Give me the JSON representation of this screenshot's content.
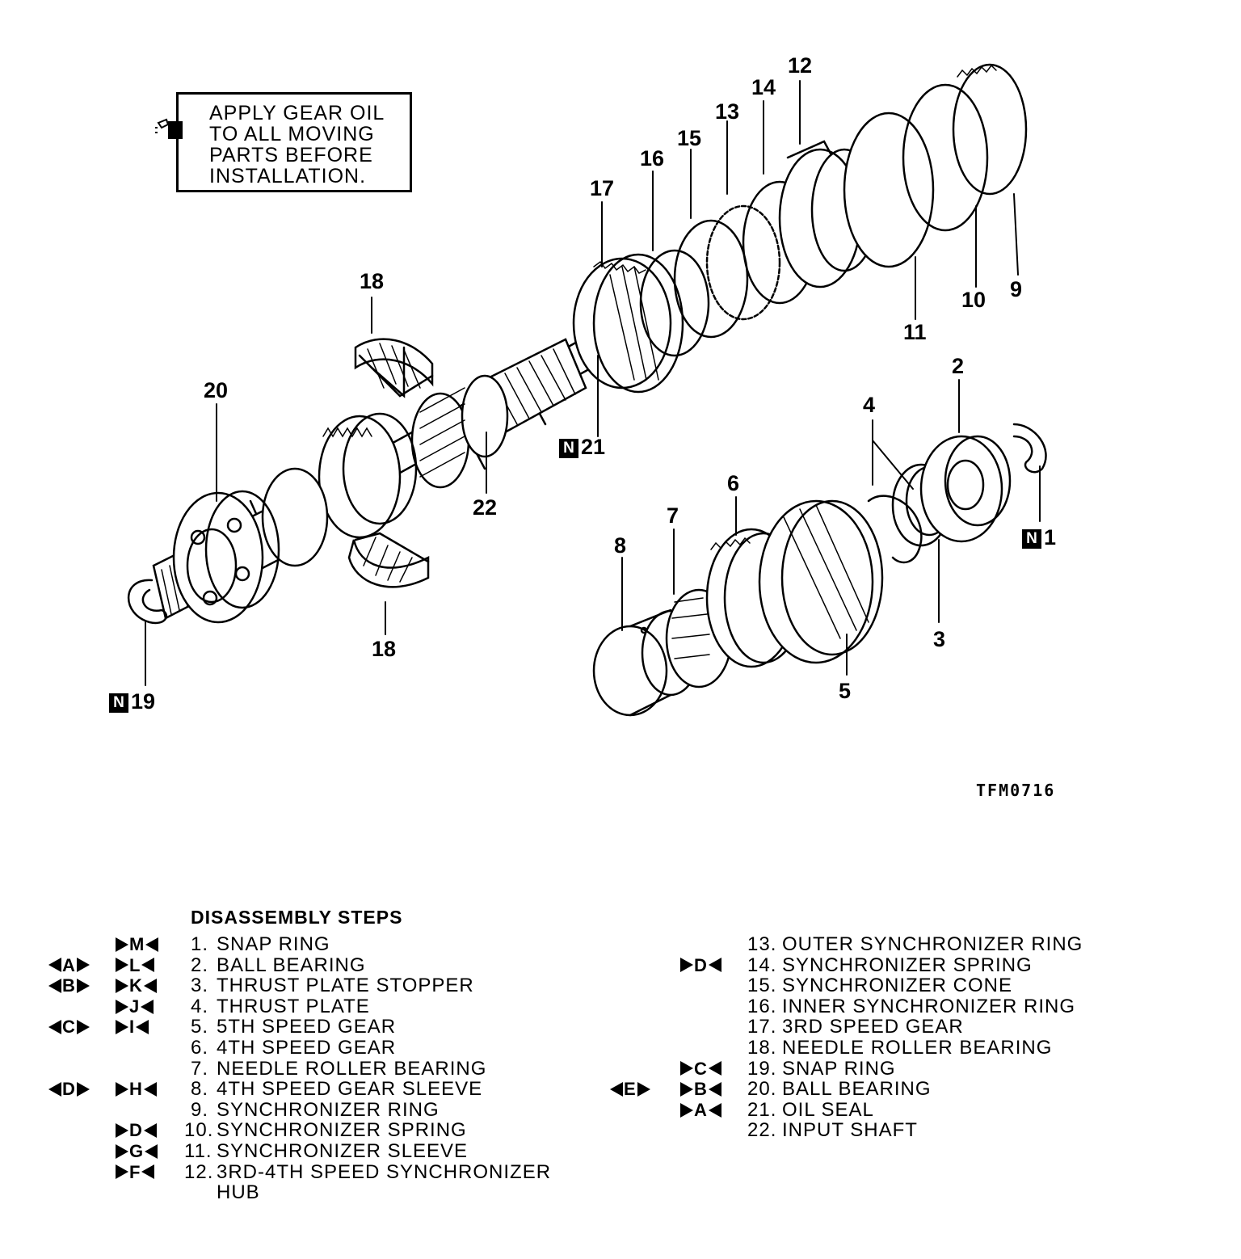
{
  "note": {
    "lines": [
      "APPLY GEAR OIL",
      "TO ALL MOVING",
      "PARTS BEFORE",
      "INSTALLATION."
    ]
  },
  "figure_code": "TFM0716",
  "callouts": {
    "c1": "1",
    "c2": "2",
    "c3": "3",
    "c4": "4",
    "c5": "5",
    "c6": "6",
    "c7": "7",
    "c8": "8",
    "c9": "9",
    "c10": "10",
    "c11": "11",
    "c12": "12",
    "c13": "13",
    "c14": "14",
    "c15": "15",
    "c16": "16",
    "c17": "17",
    "c18a": "18",
    "c18b": "18",
    "c19": "19",
    "c20": "20",
    "c21": "21",
    "c22": "22",
    "n_badge": "N"
  },
  "steps_title": "DISASSEMBLY STEPS",
  "steps_left": [
    {
      "num": "1.",
      "text": "SNAP RING",
      "install": "M",
      "removal": ""
    },
    {
      "num": "2.",
      "text": "BALL BEARING",
      "install": "L",
      "removal": "A"
    },
    {
      "num": "3.",
      "text": "THRUST PLATE STOPPER",
      "install": "K",
      "removal": "B"
    },
    {
      "num": "4.",
      "text": "THRUST PLATE",
      "install": "J",
      "removal": ""
    },
    {
      "num": "5.",
      "text": "5TH SPEED GEAR",
      "install": "I",
      "removal": "C"
    },
    {
      "num": "6.",
      "text": "4TH SPEED GEAR",
      "install": "",
      "removal": ""
    },
    {
      "num": "7.",
      "text": "NEEDLE ROLLER BEARING",
      "install": "",
      "removal": ""
    },
    {
      "num": "8.",
      "text": "4TH SPEED GEAR SLEEVE",
      "install": "H",
      "removal": "D"
    },
    {
      "num": "9.",
      "text": "SYNCHRONIZER RING",
      "install": "",
      "removal": ""
    },
    {
      "num": "10.",
      "text": "SYNCHRONIZER SPRING",
      "install": "D",
      "removal": ""
    },
    {
      "num": "11.",
      "text": "SYNCHRONIZER SLEEVE",
      "install": "G",
      "removal": ""
    },
    {
      "num": "12.",
      "text": "3RD-4TH SPEED SYNCHRONIZER",
      "install": "F",
      "removal": ""
    },
    {
      "num": "",
      "text": "HUB",
      "install": "",
      "removal": ""
    }
  ],
  "steps_right": [
    {
      "num": "13.",
      "text": "OUTER SYNCHRONIZER RING",
      "install": "",
      "removal": ""
    },
    {
      "num": "14.",
      "text": "SYNCHRONIZER SPRING",
      "install": "D",
      "removal": ""
    },
    {
      "num": "15.",
      "text": "SYNCHRONIZER CONE",
      "install": "",
      "removal": ""
    },
    {
      "num": "16.",
      "text": "INNER SYNCHRONIZER RING",
      "install": "",
      "removal": ""
    },
    {
      "num": "17.",
      "text": "3RD SPEED GEAR",
      "install": "",
      "removal": ""
    },
    {
      "num": "18.",
      "text": "NEEDLE ROLLER BEARING",
      "install": "",
      "removal": ""
    },
    {
      "num": "19.",
      "text": "SNAP RING",
      "install": "C",
      "removal": ""
    },
    {
      "num": "20.",
      "text": "BALL BEARING",
      "install": "B",
      "removal": "E"
    },
    {
      "num": "21.",
      "text": "OIL SEAL",
      "install": "A",
      "removal": ""
    },
    {
      "num": "22.",
      "text": "INPUT SHAFT",
      "install": "",
      "removal": ""
    }
  ]
}
